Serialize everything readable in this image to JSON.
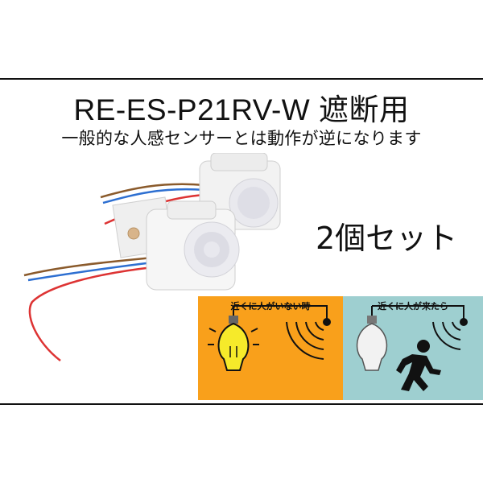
{
  "title": "RE-ES-P21RV-W 遮断用",
  "subtitle": "一般的な人感センサーとは動作が逆になります",
  "set_count": "2個セット",
  "panels": {
    "off": {
      "label": "近くに人がいない時",
      "color": "#f9a01b"
    },
    "on": {
      "label": "近くに人が来たら",
      "color": "#9ecfd0"
    }
  },
  "icons": {
    "product": "motion-sensor-pair",
    "lit": "lit-bulb-icon",
    "unlit": "unlit-bulb-icon",
    "wave": "sensor-wave-icon",
    "person": "running-person-icon"
  }
}
